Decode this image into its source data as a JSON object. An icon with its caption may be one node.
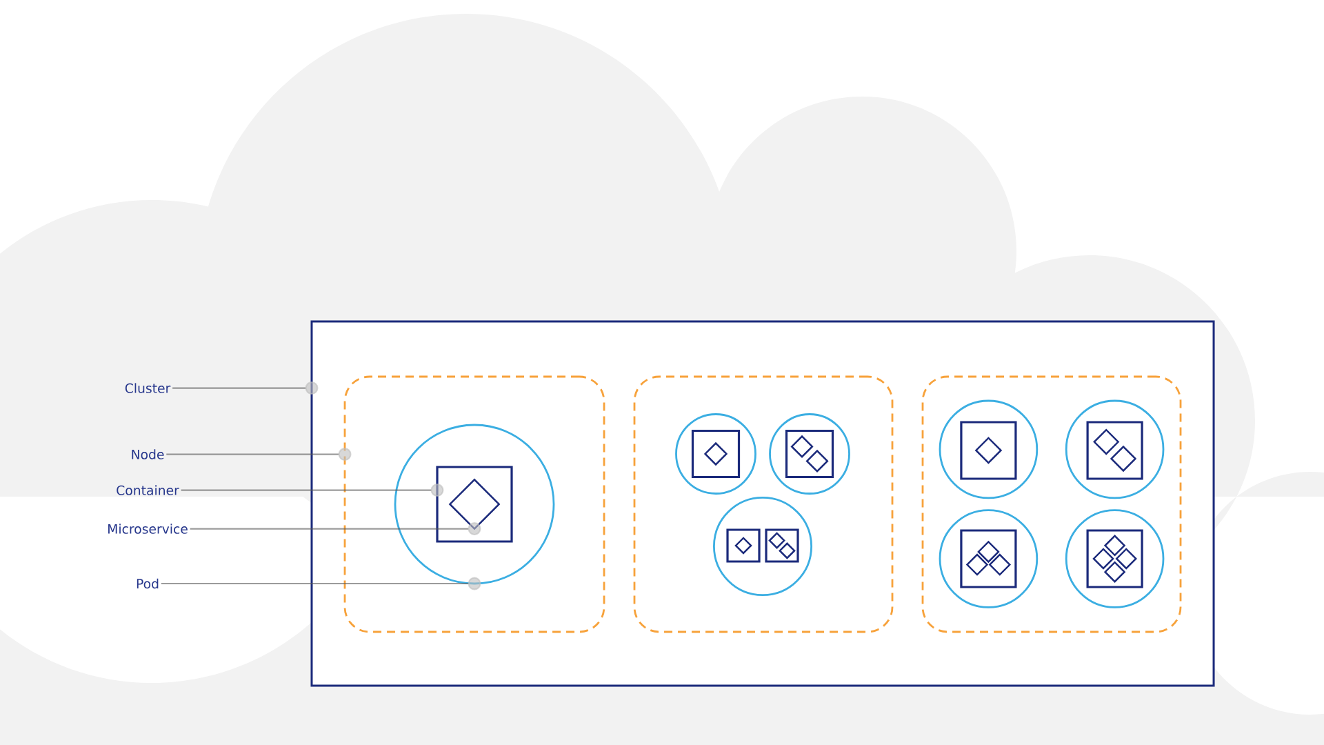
{
  "diagram": {
    "nodes": [
      {
        "text": [
          "Cluster"
        ]
      },
      {
        "text": [
          "Node"
        ]
      },
      {
        "text": [
          "Container"
        ]
      },
      {
        "text": [
          "Microservice"
        ]
      },
      {
        "text": [
          "Pod"
        ]
      },
      {
        "text": [],
        "shape": "box"
      },
      {
        "text": [],
        "shape": "box",
        "in": 5
      },
      {
        "text": [],
        "shape": "circle",
        "in": 6
      },
      {
        "text": [],
        "shape": "box",
        "in": 7
      },
      {
        "text": [],
        "shape": "diamond",
        "in": 8
      },
      {
        "text": [],
        "shape": "box",
        "in": 5
      },
      {
        "text": [],
        "shape": "circle",
        "in": 10
      },
      {
        "text": [],
        "shape": "box",
        "in": 11
      },
      {
        "text": [],
        "shape": "diamond",
        "in": 12
      },
      {
        "text": [],
        "shape": "circle",
        "in": 10
      },
      {
        "text": [],
        "shape": "box",
        "in": 14
      },
      {
        "text": [],
        "shape": "diamond",
        "in": 15
      },
      {
        "text": [],
        "shape": "diamond",
        "in": 15
      },
      {
        "text": [],
        "shape": "circle",
        "in": 10
      },
      {
        "text": [],
        "shape": "box",
        "in": 18
      },
      {
        "text": [],
        "shape": "diamond",
        "in": 19
      },
      {
        "text": [],
        "shape": "box",
        "in": 18
      },
      {
        "text": [],
        "shape": "diamond",
        "in": 21
      },
      {
        "text": [],
        "shape": "diamond",
        "in": 21
      },
      {
        "text": [],
        "shape": "box",
        "in": 5
      },
      {
        "text": [],
        "shape": "circle",
        "in": 24
      },
      {
        "text": [],
        "shape": "box",
        "in": 25
      },
      {
        "text": [],
        "shape": "diamond",
        "in": 26
      },
      {
        "text": [],
        "shape": "circle",
        "in": 24
      },
      {
        "text": [],
        "shape": "box",
        "in": 28
      },
      {
        "text": [],
        "shape": "diamond",
        "in": 29
      },
      {
        "text": [],
        "shape": "diamond",
        "in": 29
      },
      {
        "text": [],
        "shape": "circle",
        "in": 24
      },
      {
        "text": [],
        "shape": "box",
        "in": 32
      },
      {
        "text": [],
        "shape": "diamond",
        "in": 33
      },
      {
        "text": [],
        "shape": "diamond",
        "in": 33
      },
      {
        "text": [],
        "shape": "diamond",
        "in": 33
      },
      {
        "text": [],
        "shape": "circle",
        "in": 24
      },
      {
        "text": [],
        "shape": "box",
        "in": 37
      },
      {
        "text": [],
        "shape": "diamond",
        "in": 38
      },
      {
        "text": [],
        "shape": "diamond",
        "in": 38
      },
      {
        "text": [],
        "shape": "diamond",
        "in": 38
      },
      {
        "text": [],
        "shape": "diamond",
        "in": 38
      }
    ],
    "edges": [
      {
        "from": 0,
        "to": 5,
        "arrow": "other"
      },
      {
        "from": 1,
        "to": 6,
        "arrow": "other"
      },
      {
        "from": 2,
        "to": 8,
        "arrow": "other"
      },
      {
        "from": 3,
        "to": 9,
        "arrow": "other"
      },
      {
        "from": 4,
        "to": 7,
        "arrow": "other"
      }
    ]
  }
}
